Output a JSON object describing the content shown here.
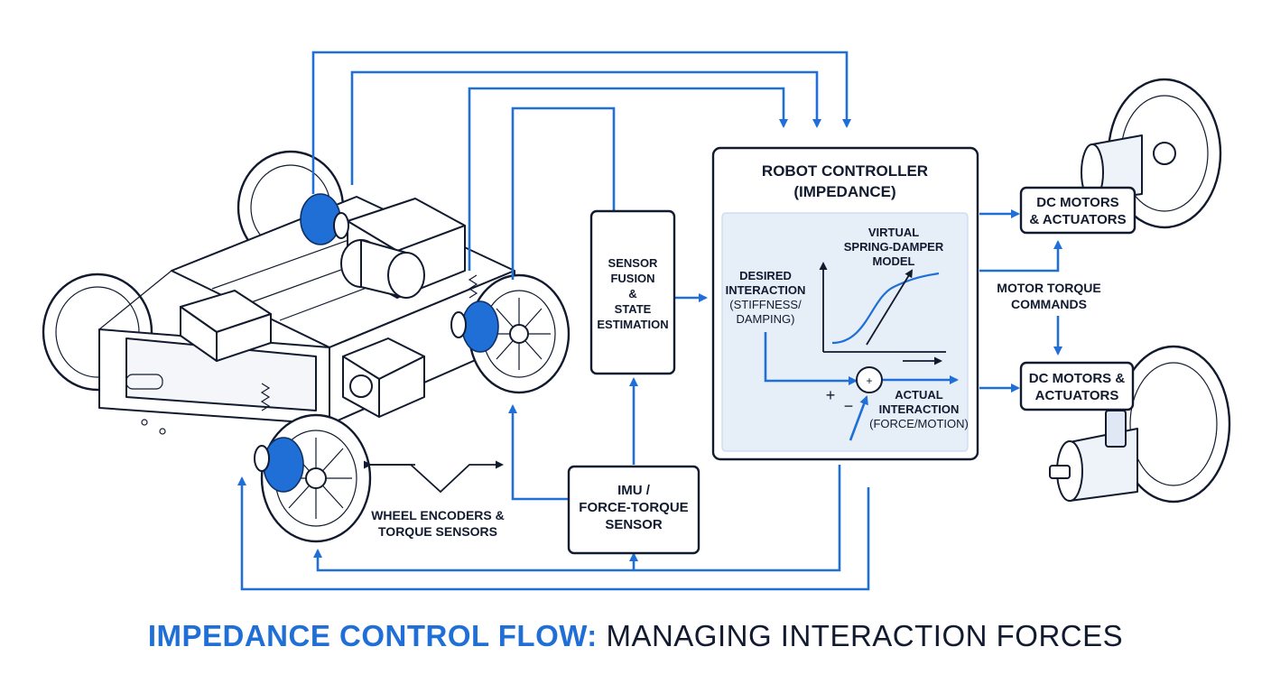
{
  "title": {
    "highlight": "IMPEDANCE CONTROL FLOW:",
    "rest": "MANAGING INTERACTION FORCES"
  },
  "nodes": {
    "fusion": [
      "SENSOR",
      "FUSION",
      "&",
      "STATE",
      "ESTIMATION"
    ],
    "controller_title": [
      "ROBOT CONTROLLER",
      "(IMPEDANCE)"
    ],
    "model": [
      "VIRTUAL",
      "SPRING-DAMPER",
      "MODEL"
    ],
    "desired": [
      "DESIRED",
      "INTERACTION",
      "(STIFFNESS/",
      "DAMPING)"
    ],
    "actual": [
      "ACTUAL",
      "INTERACTION",
      "(FORCE/MOTION)"
    ],
    "imu": [
      "IMU /",
      "FORCE-TORQUE",
      "SENSOR"
    ],
    "motors_top": [
      "DC MOTORS",
      "& ACTUATORS"
    ],
    "motors_bottom": [
      "DC MOTORS &",
      "ACTUATORS"
    ],
    "torque_cmds": [
      "MOTOR TORQUE",
      "COMMANDS"
    ],
    "encoders": [
      "WHEEL ENCODERS &",
      "TORQUE SENSORS"
    ],
    "sum_symbol": "+",
    "sum_plus": "+",
    "sum_minus": "−"
  },
  "colors": {
    "accent": "#1f6fd6",
    "ink": "#111a2e",
    "panel": "#e6eef8"
  }
}
